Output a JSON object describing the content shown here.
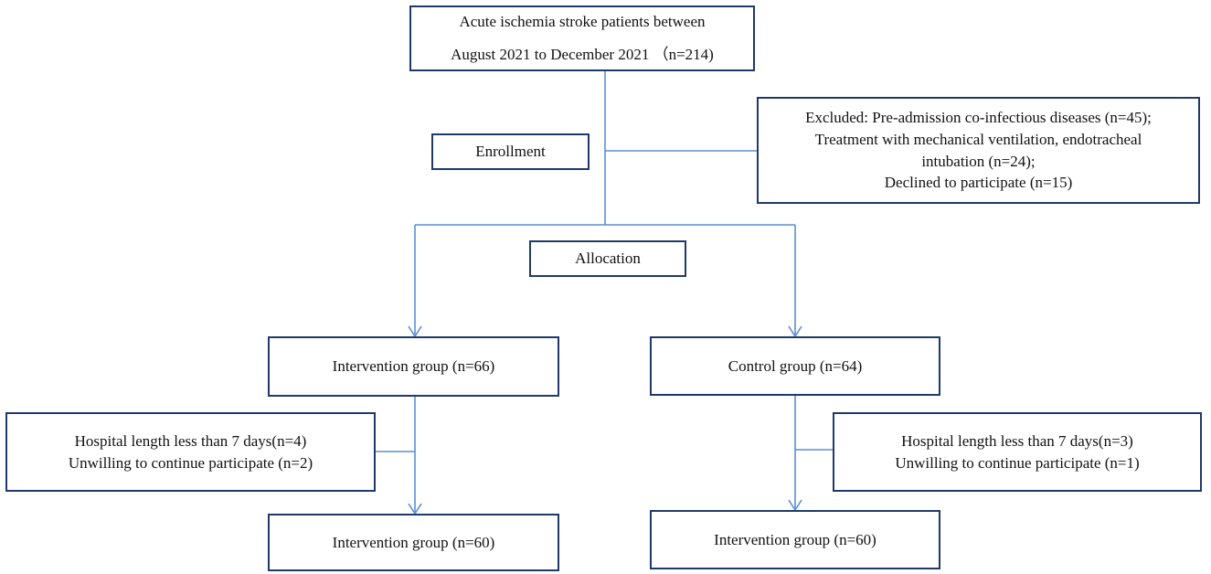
{
  "boxes": {
    "start": {
      "lines": [
        "Acute ischemia stroke patients between",
        "August 2021 to December 2021 （n=214)"
      ]
    },
    "enrollment": {
      "label": "Enrollment"
    },
    "excluded": {
      "lines": [
        "Excluded: Pre-admission co-infectious diseases (n=45);",
        "Treatment with mechanical ventilation, endotracheal",
        "intubation (n=24);",
        "Declined to participate (n=15)"
      ]
    },
    "allocation": {
      "label": "Allocation"
    },
    "intervention": {
      "label": "Intervention group (n=66)"
    },
    "control": {
      "label": "Control group (n=64)"
    },
    "intervention_loss": {
      "lines": [
        "Hospital length less than 7 days(n=4)",
        "Unwilling to continue participate (n=2)"
      ]
    },
    "control_loss": {
      "lines": [
        "Hospital length less than 7 days(n=3)",
        "Unwilling to continue participate (n=1)"
      ]
    },
    "intervention_final": {
      "label": "Intervention group (n=60)"
    },
    "control_final": {
      "label": "Intervention group (n=60)"
    }
  },
  "colors": {
    "arrow": "#5b8fd1",
    "border": "#1f3a6a",
    "text": "#111111"
  }
}
